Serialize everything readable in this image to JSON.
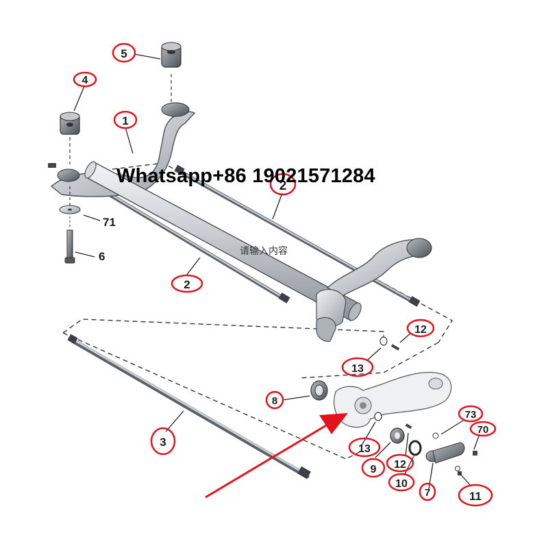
{
  "watermark": "Whatsapp+86 19021571284",
  "input_hint": "请输入内容",
  "callouts": {
    "c1": "1",
    "c2a": "2",
    "c2b": "2",
    "c3": "3",
    "c4": "4",
    "c5": "5",
    "c6": "6",
    "c7": "7",
    "c8": "8",
    "c9": "9",
    "c10": "10",
    "c11": "11",
    "c12a": "12",
    "c12b": "12",
    "c13a": "13",
    "c13b": "13",
    "c70": "70",
    "c71": "71",
    "c73": "73"
  },
  "colors": {
    "highlight_ring": "#e0141a",
    "arrow": "#e0141a",
    "part_fill": "#d9dde2",
    "part_outline": "#4a4f55",
    "leader_line": "#222222"
  }
}
